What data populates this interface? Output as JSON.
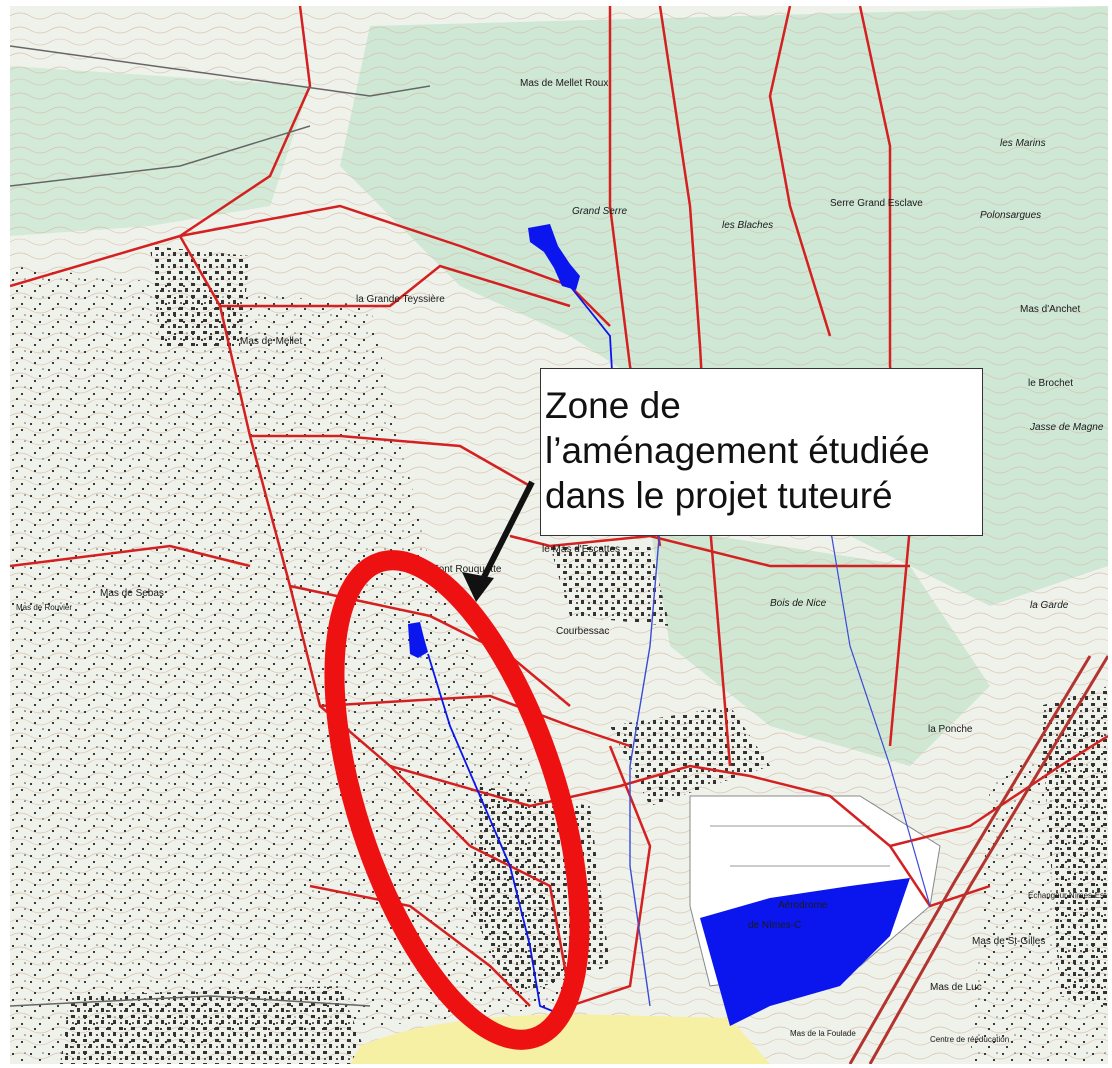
{
  "callout": {
    "lines": [
      "Zone de",
      "l’aménagement étudiée",
      "dans le projet tuteuré"
    ]
  },
  "colors": {
    "road": "#d42020",
    "water": "#0b16ee",
    "highlight_ellipse": "#ee1111",
    "airport_zone": "#f7f2a8",
    "forest": "#c9e6d2",
    "contour": "#c9a287",
    "callout_arrow": "#111111"
  },
  "icons": {
    "marker": "arrow-pointer"
  },
  "places": [
    {
      "id": "mas-de-mellet-roux",
      "text": "Mas de Mellet Roux"
    },
    {
      "id": "grand-serre",
      "text": "Grand Serre"
    },
    {
      "id": "les-blaches",
      "text": "les Blaches"
    },
    {
      "id": "serre-grand-esclave",
      "text": "Serre Grand Esclave"
    },
    {
      "id": "polonsargues",
      "text": "Polonsargues"
    },
    {
      "id": "la-grande-teyssiere",
      "text": "la Grande Teyssière"
    },
    {
      "id": "mas-de-mellet",
      "text": "Mas de Mellet"
    },
    {
      "id": "mas-de-sebas",
      "text": "Mas de Sebas"
    },
    {
      "id": "mas-de-rouvier",
      "text": "Mas de Rouvier"
    },
    {
      "id": "la-font-rouquette",
      "text": "la Font Rouquette"
    },
    {
      "id": "mas-d-escattes",
      "text": "le Mas d'Escattes"
    },
    {
      "id": "courbessac",
      "text": "Courbessac"
    },
    {
      "id": "bois-de-nice",
      "text": "Bois de Nice"
    },
    {
      "id": "la-garde",
      "text": "la Garde"
    },
    {
      "id": "la-ponche",
      "text": "la Ponche"
    },
    {
      "id": "aerodrome",
      "text": "Aérodrome"
    },
    {
      "id": "de-nimes",
      "text": "de Nîmes-C"
    },
    {
      "id": "mas-de-st-gilles",
      "text": "Mas de St-Gilles"
    },
    {
      "id": "mas-de-luc",
      "text": "Mas de Luc"
    },
    {
      "id": "echangeur",
      "text": "Échangeur Nîmes-Est"
    },
    {
      "id": "mas-d-anchet",
      "text": "Mas d'Anchet"
    },
    {
      "id": "le-brochet",
      "text": "le Brochet"
    },
    {
      "id": "jasse-de-magne",
      "text": "Jasse de Magne"
    },
    {
      "id": "les-marins",
      "text": "les Marins"
    },
    {
      "id": "mas-de-la-foulade",
      "text": "Mas de la Foulade"
    },
    {
      "id": "centre-de-reeducation",
      "text": "Centre de rééducation"
    }
  ]
}
